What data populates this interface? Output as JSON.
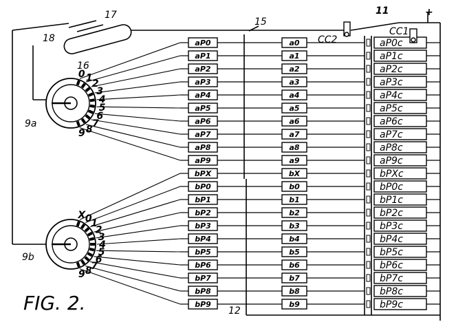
{
  "figure_label": "FIG. 2.",
  "reference_numerals": {
    "wire_top": "11",
    "plus_sign": "+",
    "switch_cc1": "CC1",
    "switch_cc2": "CC2",
    "bus": "15",
    "rod_16": "16",
    "rod_17": "17",
    "rod_18": "18",
    "dial_a": "9a",
    "dial_b": "9b",
    "bottom_wire": "12"
  },
  "dial_a_numbers": [
    "0",
    "1",
    "2",
    "3",
    "4",
    "5",
    "6",
    "7",
    "8",
    "9"
  ],
  "dial_b_numbers": [
    "X",
    "0",
    "1",
    "2",
    "3",
    "4",
    "5",
    "6",
    "7",
    "8",
    "9"
  ],
  "relays_left": [
    "aP0",
    "aP1",
    "aP2",
    "aP3",
    "aP4",
    "aP5",
    "aP6",
    "aP7",
    "aP8",
    "aP9",
    "bPX",
    "bP0",
    "bP1",
    "bP2",
    "bP3",
    "bP4",
    "bP5",
    "bP6",
    "bP7",
    "bP8",
    "bP9"
  ],
  "relays_middle": [
    "a0",
    "a1",
    "a2",
    "a3",
    "a4",
    "a5",
    "a6",
    "a7",
    "a8",
    "a9",
    "bX",
    "b0",
    "b1",
    "b2",
    "b3",
    "b4",
    "b5",
    "b6",
    "b7",
    "b8",
    "b9"
  ],
  "contacts_right": [
    "aP0c",
    "aP1c",
    "aP2c",
    "aP3c",
    "aP4c",
    "aP5c",
    "aP6c",
    "aP7c",
    "aP8c",
    "aP9c",
    "bPXc",
    "bP0c",
    "bP1c",
    "bP2c",
    "bP3c",
    "bP4c",
    "bP5c",
    "bP6c",
    "bP7c",
    "bP8c",
    "bP9c"
  ]
}
